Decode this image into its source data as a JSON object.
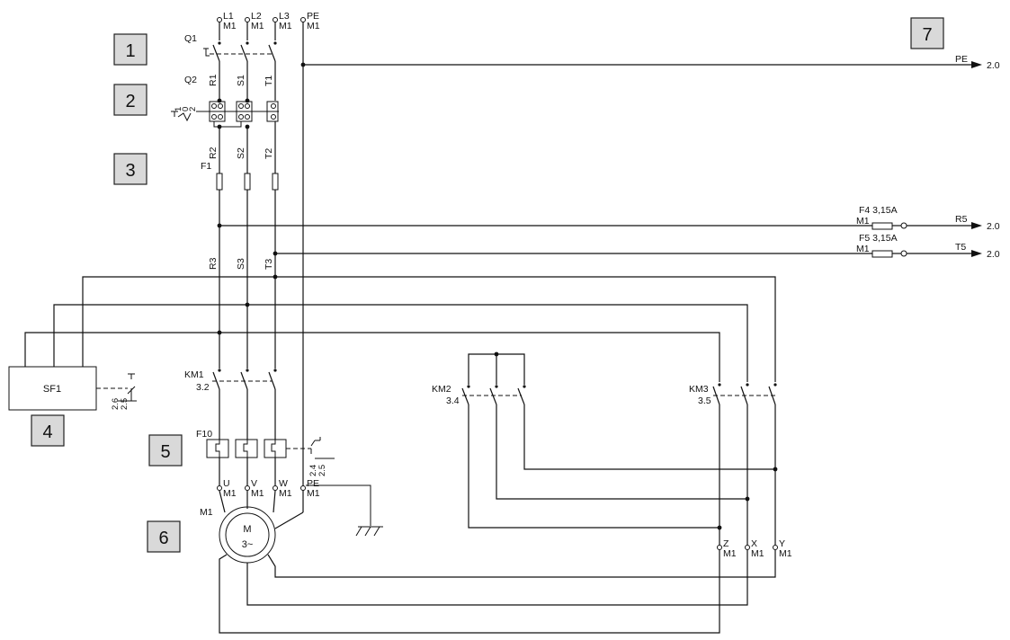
{
  "step_boxes": [
    "1",
    "2",
    "3",
    "4",
    "5",
    "6",
    "7"
  ],
  "supply_terminals": [
    {
      "name": "L1",
      "sub": "M1"
    },
    {
      "name": "L2",
      "sub": "M1"
    },
    {
      "name": "L3",
      "sub": "M1"
    },
    {
      "name": "PE",
      "sub": "M1"
    }
  ],
  "components": {
    "q1": "Q1",
    "q2": "Q2",
    "q2_pos_1": "1",
    "q2_pos_0": "0",
    "q2_pos_2": "2",
    "f1": "F1",
    "f10": "F10",
    "km1": "KM1",
    "km1_ref": "3.2",
    "km2": "KM2",
    "km2_ref": "3.4",
    "km3": "KM3",
    "km3_ref": "3.5",
    "sf1": "SF1",
    "m1": "M1",
    "motor_m": "M",
    "motor_phase": "3~"
  },
  "wire_labels": {
    "r1": "R1",
    "s1": "S1",
    "t1": "T1",
    "r2": "R2",
    "s2": "S2",
    "t2": "T2",
    "r3": "R3",
    "s3": "S3",
    "t3": "T3"
  },
  "sf1_contact_refs": [
    "2.6",
    "2.5"
  ],
  "f10_contact_refs": [
    "2.4",
    "2.5"
  ],
  "fuses": [
    {
      "label": "F4 3,15A",
      "sub": "M1"
    },
    {
      "label": "F5 3,15A",
      "sub": "M1"
    }
  ],
  "outputs": [
    {
      "name": "PE",
      "ref": "2.0"
    },
    {
      "name": "R5",
      "ref": "2.0"
    },
    {
      "name": "T5",
      "ref": "2.0"
    }
  ],
  "motor_terminals": [
    {
      "name": "U",
      "sub": "M1"
    },
    {
      "name": "V",
      "sub": "M1"
    },
    {
      "name": "W",
      "sub": "M1"
    },
    {
      "name": "PE",
      "sub": "M1"
    }
  ],
  "star_terminals": [
    {
      "name": "Z",
      "sub": "M1"
    },
    {
      "name": "X",
      "sub": "M1"
    },
    {
      "name": "Y",
      "sub": "M1"
    }
  ]
}
